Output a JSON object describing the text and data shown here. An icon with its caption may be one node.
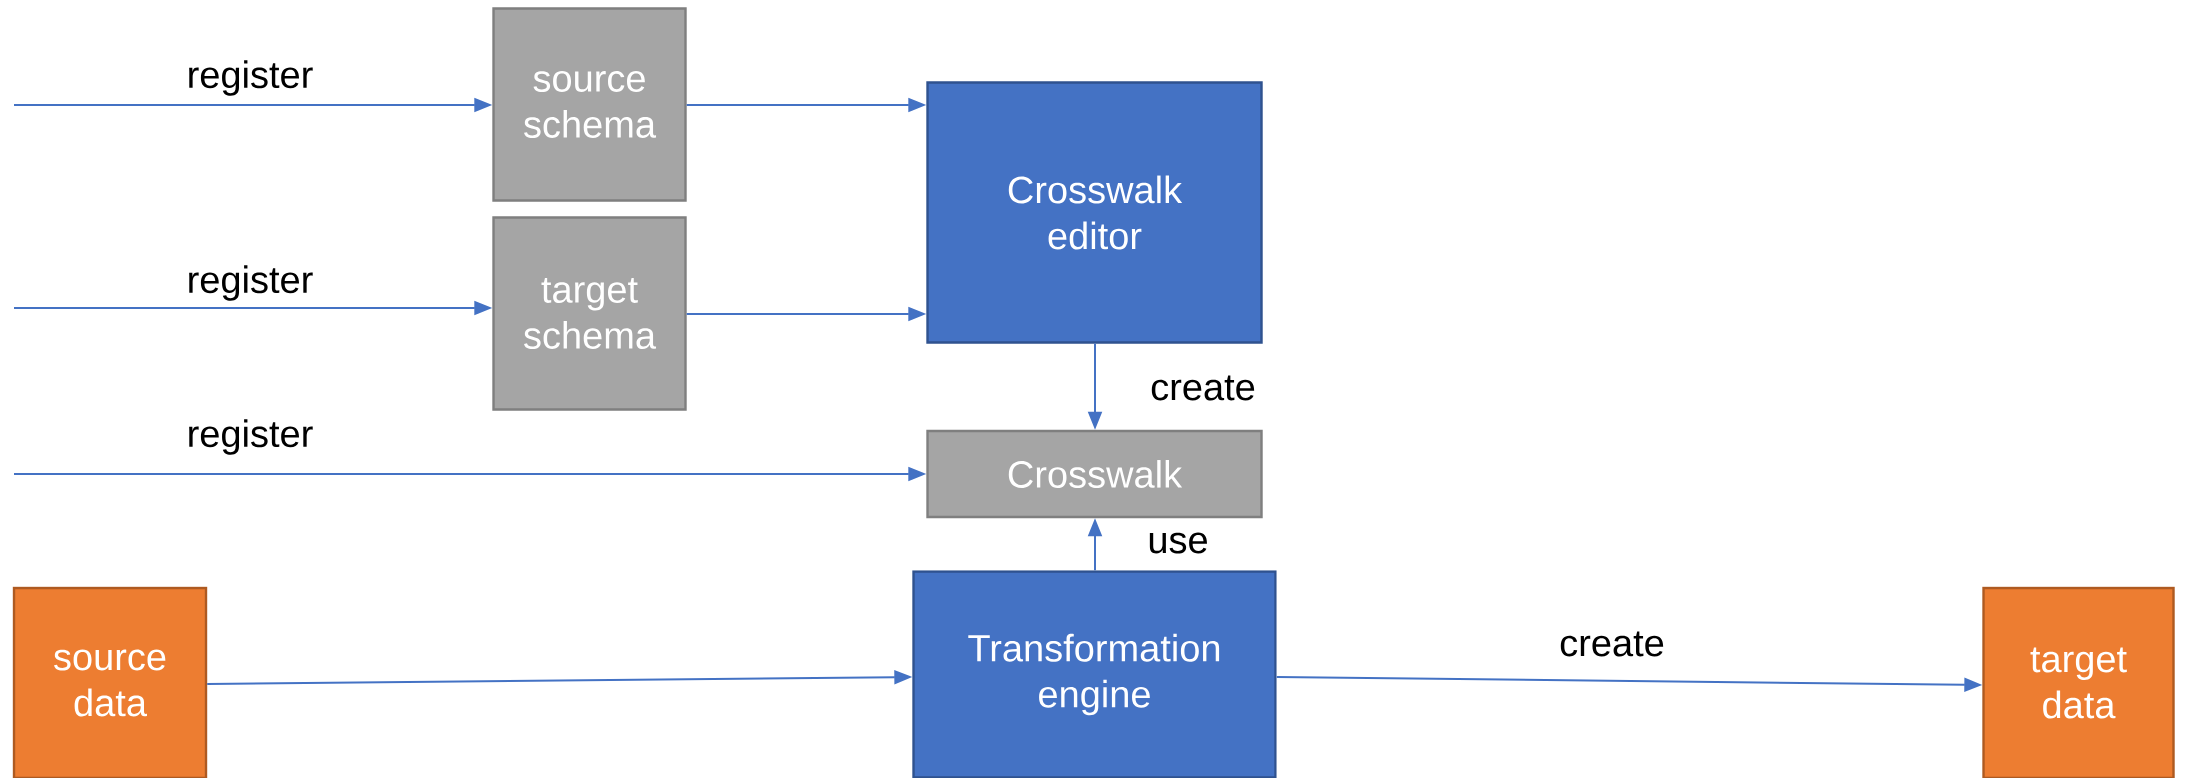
{
  "diagram": {
    "nodes": [
      {
        "text": [
          "source schema"
        ]
      },
      {
        "text": [
          "target schema"
        ]
      },
      {
        "text": [
          "Crosswalk editor"
        ]
      },
      {
        "text": [
          "Crosswalk"
        ]
      },
      {
        "text": [
          "source data"
        ]
      },
      {
        "text": [
          "Transformation engine"
        ]
      },
      {
        "text": [
          "target data"
        ]
      }
    ],
    "edges": [
      {
        "from": null,
        "to": 0,
        "arrow": "to",
        "label": "register"
      },
      {
        "from": 0,
        "to": 2,
        "arrow": "to"
      },
      {
        "from": null,
        "to": 1,
        "arrow": "to",
        "label": "register"
      },
      {
        "from": 1,
        "to": 2,
        "arrow": "to"
      },
      {
        "from": 2,
        "to": 3,
        "arrow": "to",
        "label": "create"
      },
      {
        "from": null,
        "to": 3,
        "arrow": "to",
        "label": "register"
      },
      {
        "from": 5,
        "to": 3,
        "arrow": "to",
        "label": "use"
      },
      {
        "from": 4,
        "to": 5,
        "arrow": "to"
      },
      {
        "from": 5,
        "to": 6,
        "arrow": "to",
        "label": "create"
      }
    ]
  }
}
